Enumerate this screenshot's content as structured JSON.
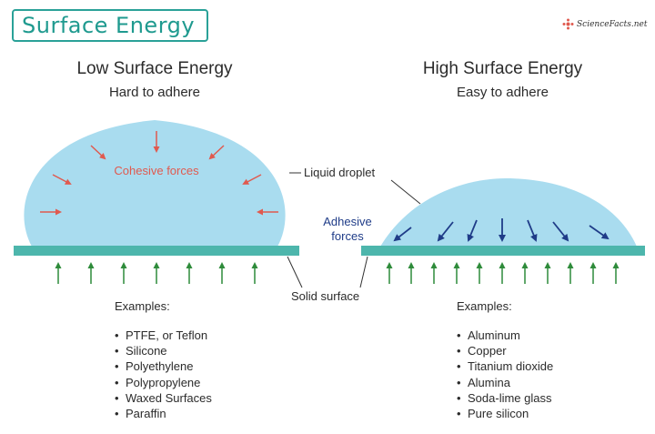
{
  "title": "Surface Energy",
  "logo": {
    "text": "ScienceFacts.net",
    "icon": "sciencefacts-logo-icon"
  },
  "left": {
    "heading": "Low Surface Energy",
    "subheading": "Hard to adhere",
    "force_label": "Cohesive forces",
    "examples_title": "Examples:",
    "examples": [
      "PTFE, or Teflon",
      "Silicone",
      "Polyethylene",
      "Polypropylene",
      "Waxed Surfaces",
      "Paraffin"
    ]
  },
  "right": {
    "heading": "High Surface Energy",
    "subheading": "Easy to adhere",
    "force_label": "Adhesive forces",
    "examples_title": "Examples:",
    "examples": [
      "Aluminum",
      "Copper",
      "Titanium dioxide",
      "Alumina",
      "Soda-lime glass",
      "Pure silicon"
    ]
  },
  "callouts": {
    "droplet": "Liquid droplet",
    "surface": "Solid surface"
  },
  "colors": {
    "accent": "#2aa198",
    "droplet_fill": "#a9dcef",
    "surface": "#4db6ac",
    "cohesive_arrow": "#e05a4f",
    "adhesive_arrow": "#1f3c88",
    "support_arrow": "#2e8b3a"
  }
}
